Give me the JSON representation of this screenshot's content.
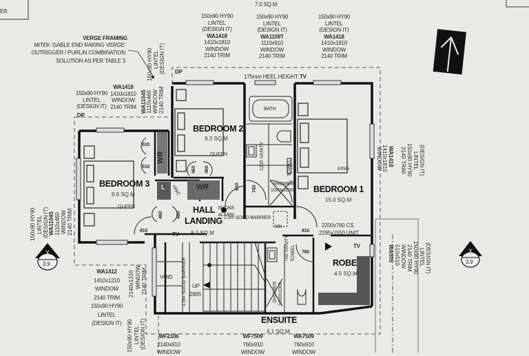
{
  "title_block": {
    "partial_text": "ER"
  },
  "top_label": {
    "area": "7.0 SQ.M"
  },
  "verge_framing": {
    "title": "VERGE FRAMING",
    "lines": [
      "MITEK 'GABLE END RAKING VERGE'",
      "OUTRIGGER / PURLIN COMBINATION",
      "SOLUTION AS PER TABLE 3"
    ]
  },
  "windows": {
    "top_left": {
      "lintel": [
        "150x90 HY90",
        "LINTEL",
        "(DESIGN IT)"
      ],
      "code": "WA1418",
      "size": "1410x1810",
      "type": "WINDOW",
      "trim": "2140 TRIM"
    },
    "top_1": {
      "lintel": [
        "150x90 HY90",
        "LINTEL",
        "(DESIGN IT)"
      ],
      "code": "WA1418",
      "size": "1410x1810",
      "type": "WINDOW",
      "trim": "2140 TRIM"
    },
    "top_2": {
      "lintel": [
        "150x90 HY90",
        "LINTEL",
        "(DESIGN IT)"
      ],
      "code": "WA1109T",
      "size": "1110x910",
      "type": "WINDOW",
      "trim": "2140 TRIM"
    },
    "top_3": {
      "lintel": [
        "150x90 HY90",
        "LINTEL",
        "(DESIGN IT)"
      ],
      "code": "WA1418",
      "size": "1410x1810",
      "type": "WINDOW",
      "trim": "2140 TRIM"
    },
    "wr_vertical": {
      "code": "WA11045",
      "size": "1110x460",
      "type": "WINDOW",
      "trim": "2140 TRIM",
      "lintel": [
        "150x90 HY90",
        "LINTEL",
        "(DESIGN IT)"
      ]
    },
    "left_vertical": {
      "lintel": "150x90 HY90",
      "lintel2": "LINTEL",
      "lintel3": "(DESIGN IT)",
      "code": "WA11045",
      "size": "1110x460",
      "type": "WINDOW",
      "trim": "2140 TRIM"
    },
    "right_bed1": {
      "code": "WA1418",
      "size": "1410x1810",
      "type": "WINDOW",
      "trim": "2140 TRIM",
      "lintel": "150x90 HY90",
      "lintel2": "LINTEL",
      "lintel3": "(DESIGN IT)"
    },
    "right_robe": {
      "code": "WA505",
      "size": "510x510",
      "type": "WINDOW",
      "trim": "2140 TRIM",
      "lintel": "150x90 HY90",
      "lintel2": "LINTEL",
      "lintel3": "(DESIGN IT)"
    },
    "bottom_left": {
      "code": "WA1412",
      "size": "1410x1210",
      "type": "WINDOW",
      "trim": "2140 TRIM",
      "lintel": [
        "150x90 HY90",
        "LINTEL",
        "(DESIGN IT)"
      ]
    },
    "void_vertical": {
      "size": "2140x1310",
      "type": "WINDOW",
      "trim": "2140 TRIM"
    },
    "void_lintel": {
      "lintel": "150x90 HY90",
      "lintel2": "LINTEL",
      "lintel3": "(DESIGN IT)"
    },
    "bottom_1": {
      "code": "WF2106",
      "size": "2140x610",
      "type": "WINDOW"
    },
    "bottom_2": {
      "code": "WF7509",
      "size": "760x910",
      "type": "WINDOW"
    },
    "bottom_3": {
      "code": "WA7509",
      "size": "760x910",
      "type": "WINDOW"
    }
  },
  "annotations": {
    "heel_height": "175mm HEEL HEIGHT",
    "tv": "TV",
    "dp": "DP",
    "smoke_alarm": [
      "SMOKE",
      "ALARM"
    ],
    "solid_barrier": "1.0m SOLID BARRIER",
    "solid_barrier_vertical": "1.0m SOLID BARRIER",
    "mh": "MH",
    "cs_door": "2200x760 CS",
    "cs_unit": "2295x1550 UNIT",
    "void": "VOID",
    "up": "UP",
    "up_value": "2865",
    "wr": "WR",
    "l": "L",
    "hwc": "HWC",
    "bath": "BATH",
    "vanity": "1200 VANITY",
    "towel": "TOWEL",
    "shower": "SHOWER",
    "shower_size": "1000x1000",
    "ens_vanity": "750 VANITY",
    "ens_towel": "TOWEL",
    "ens_shower": "SHOWER",
    "ens_shower_size": "1000x1000"
  },
  "doors": {
    "bed3_wr_top": "510",
    "bed3_wr_bottom": "510",
    "bed2_wr_left": "460",
    "bed2_wr_right": "460",
    "linen_left": "460",
    "linen_right": "460",
    "bed3": "810",
    "bed2": "810",
    "bed1": "810",
    "bath": "760",
    "ensuite": "760"
  },
  "rooms": {
    "bedroom1": {
      "name": "BEDROOM 1",
      "area": "15.0 SQ.M",
      "bed": "KING"
    },
    "bedroom2": {
      "name": "BEDROOM 2",
      "area": "9.3 SQ.M",
      "bed": "QUEEN"
    },
    "bedroom3": {
      "name": "BEDROOM 3",
      "area": "9.6 SQ.M",
      "bed": "QUEEN"
    },
    "hall": {
      "name1": "HALL",
      "name2": "LANDING",
      "area": "8.2 SQ.M"
    },
    "robe": {
      "name": "ROBE",
      "area": "4.5 SQ.M"
    },
    "ensuite": {
      "name": "ENSUITE",
      "area": "4.1 SQ.M"
    }
  },
  "section_markers": [
    {
      "letter": "X",
      "sheet": "3.9"
    },
    {
      "letter": "X",
      "sheet": "3.9"
    }
  ],
  "north_arrow": {
    "icon": "north-arrow-icon"
  }
}
